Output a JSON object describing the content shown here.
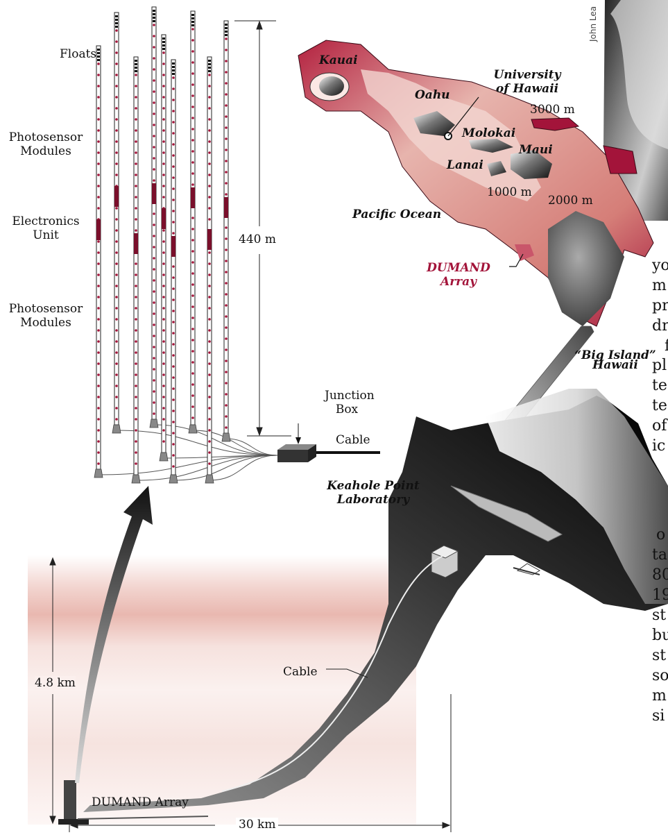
{
  "photo_credit": "John Lea",
  "strings": {
    "floats": "Floats",
    "photosensor_modules_1": [
      "Photosensor",
      "Modules"
    ],
    "electronics_unit": [
      "Electronics",
      "Unit"
    ],
    "photosensor_modules_2": [
      "Photosensor",
      "Modules"
    ],
    "height": "440 m",
    "junction_box": [
      "Junction",
      "Box"
    ],
    "cable": "Cable"
  },
  "map": {
    "kauai": "Kauai",
    "oahu": "Oahu",
    "university": [
      "University",
      "of Hawaii"
    ],
    "molokai": "Molokai",
    "maui": "Maui",
    "lanai": "Lanai",
    "depth_3000": "3000 m",
    "depth_1000": "1000 m",
    "depth_2000": "2000 m",
    "pacific": "Pacific Ocean",
    "dumand_array": [
      "DUMAND",
      "Array"
    ],
    "big_island": [
      "“Big Island”",
      "Hawaii"
    ]
  },
  "lab": [
    "Keahole Point",
    "Laboratory"
  ],
  "profile": {
    "depth": "4.8 km",
    "cable": "Cable",
    "array": "DUMAND Array",
    "distance": "30 km"
  },
  "body_text_fragments": [
    "yo",
    "m",
    "pr",
    "dr",
    "f",
    "pl",
    "te",
    "te",
    "of",
    "ic",
    "o",
    "ta",
    "80",
    "19",
    "st",
    "bu",
    "st",
    "so",
    "m",
    "si"
  ],
  "colors": {
    "accent_red": "#a3143a",
    "map_pink": "#d98a86"
  }
}
